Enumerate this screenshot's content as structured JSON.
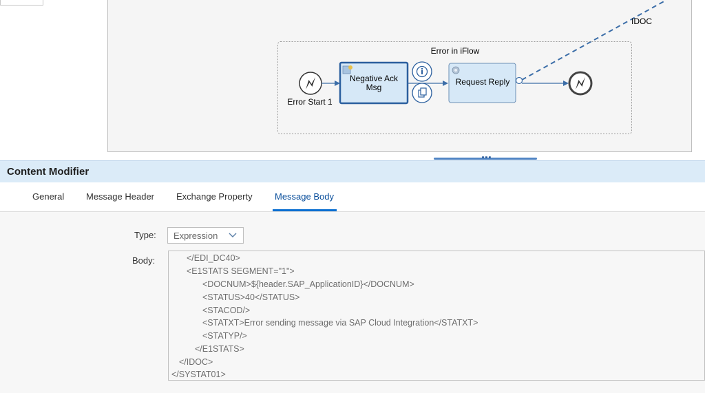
{
  "diagram": {
    "group_title": "Error in iFlow",
    "start_event_label": "Error Start 1",
    "negative_ack_label_line1": "Negative Ack",
    "negative_ack_label_line2": "Msg",
    "request_reply_label": "Request Reply",
    "idoc_label": "IDOC"
  },
  "panel": {
    "title": "Content Modifier"
  },
  "tabs": [
    {
      "label": "General",
      "active": false
    },
    {
      "label": "Message Header",
      "active": false
    },
    {
      "label": "Exchange Property",
      "active": false
    },
    {
      "label": "Message Body",
      "active": true
    }
  ],
  "form": {
    "type_label": "Type:",
    "type_value": "Expression",
    "body_label": "Body:",
    "body_lines": [
      "</EDI_DC40>",
      "<E1STATS SEGMENT=\"1\">",
      "<DOCNUM>${header.SAP_ApplicationID}</DOCNUM>",
      "<STATUS>40</STATUS>",
      "<STACOD/>",
      "<STATXT>Error sending message via SAP Cloud Integration</STATXT>",
      "<STATYP/>",
      "</E1STATS>",
      "</IDOC>",
      "</SYSTAT01>"
    ]
  },
  "colors": {
    "accent": "#0a6ed1",
    "header_bg": "#dbebf8",
    "step_fill": "#d6e8f7",
    "connector": "#3c6ea8"
  },
  "icons": [
    "error-start-icon",
    "error-end-icon",
    "info-icon",
    "copy-icon",
    "script-icon",
    "gear-icon",
    "chevron-down-icon"
  ]
}
